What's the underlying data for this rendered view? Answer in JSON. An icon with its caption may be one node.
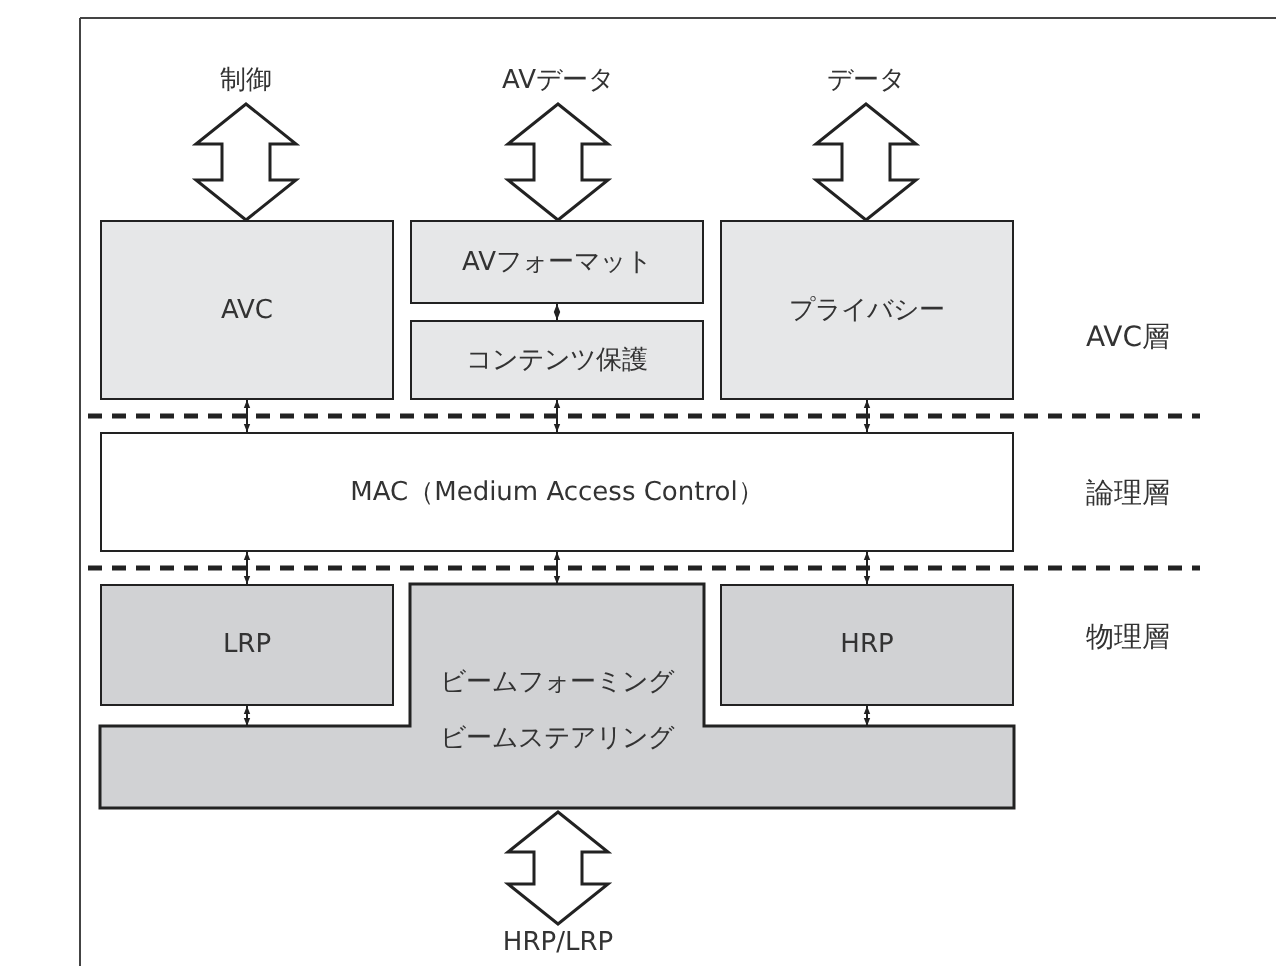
{
  "diagram": {
    "nodes": [
      {
        "text": [
          "制御"
        ]
      },
      {
        "text": [
          "AVデータ"
        ]
      },
      {
        "text": [
          "データ"
        ]
      },
      {
        "text": [
          "AVC"
        ]
      },
      {
        "text": [
          "AVフォーマット"
        ]
      },
      {
        "text": [
          "コンテンツ保護"
        ]
      },
      {
        "text": [
          "プライバシー"
        ]
      },
      {
        "text": [
          "MAC（Medium Access Control）"
        ]
      },
      {
        "text": [
          "LRP"
        ]
      },
      {
        "text": [
          "HRP"
        ]
      },
      {
        "text": [
          "ビームフォーミング",
          "ビームステアリング"
        ]
      },
      {
        "text": [
          "HRP/LRP"
        ]
      }
    ],
    "edges": [
      {
        "from": 0,
        "to": 3,
        "arrow": "both",
        "style": "thick"
      },
      {
        "from": 1,
        "to": 4,
        "arrow": "both",
        "style": "thick"
      },
      {
        "from": 2,
        "to": 6,
        "arrow": "both",
        "style": "thick"
      },
      {
        "from": 4,
        "to": 5,
        "arrow": "both"
      },
      {
        "from": 3,
        "to": 7,
        "arrow": "both"
      },
      {
        "from": 5,
        "to": 7,
        "arrow": "both"
      },
      {
        "from": 6,
        "to": 7,
        "arrow": "both"
      },
      {
        "from": 7,
        "to": 8,
        "arrow": "both"
      },
      {
        "from": 7,
        "to": 10,
        "arrow": "both"
      },
      {
        "from": 7,
        "to": 9,
        "arrow": "both"
      },
      {
        "from": 8,
        "to": 10,
        "arrow": "both"
      },
      {
        "from": 9,
        "to": 10,
        "arrow": "both"
      },
      {
        "from": 10,
        "to": 11,
        "arrow": "both",
        "style": "thick"
      }
    ],
    "labels": [
      "AVC層",
      "論理層",
      "物理層"
    ]
  }
}
